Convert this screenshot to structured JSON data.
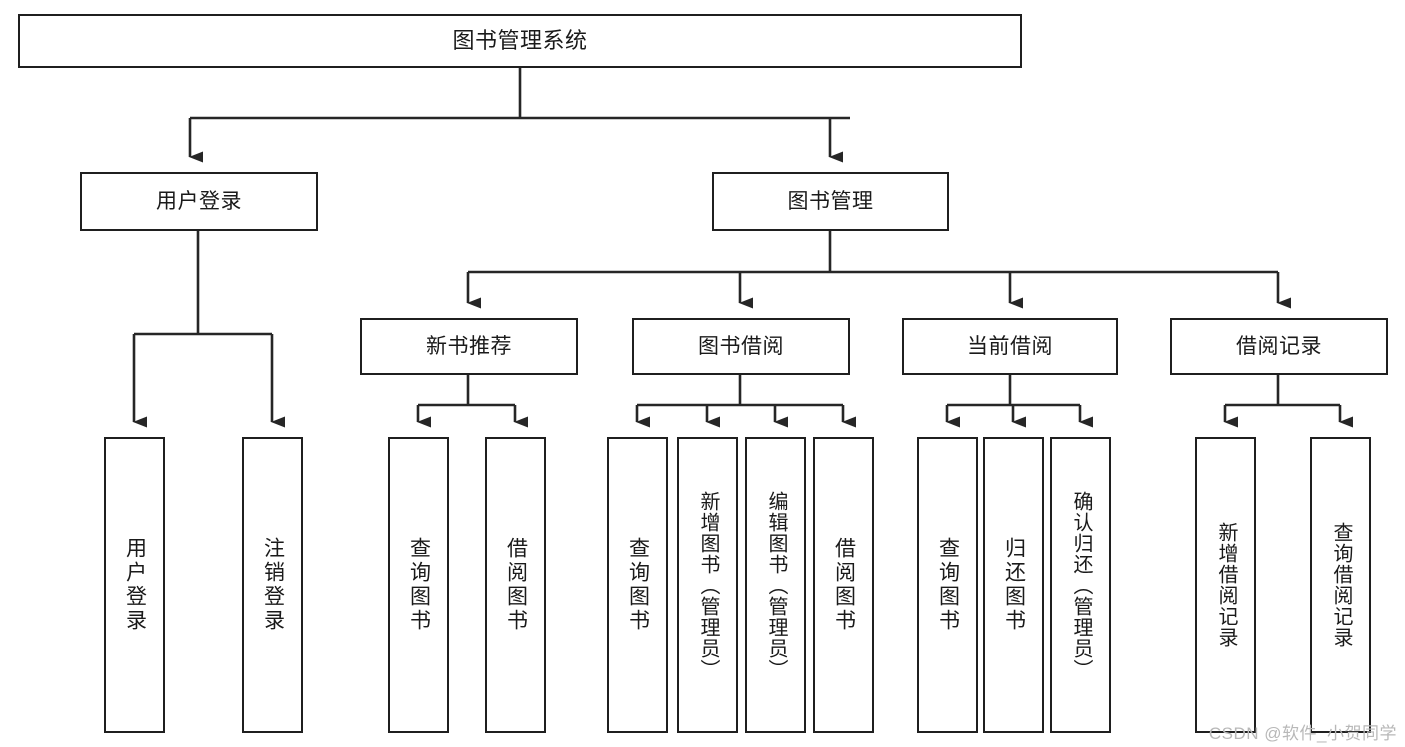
{
  "diagram": {
    "title": "图书管理系统",
    "type": "tree",
    "watermark": "CSDN @软件_小贺同学",
    "colors": {
      "box_border": "#1f1f1f",
      "box_fill": "#ffffff",
      "edge": "#262626",
      "text": "#1a1a1a",
      "watermark": "#b8b8b8"
    },
    "nodes": {
      "root": "图书管理系统",
      "level2": {
        "user_login": "用户登录",
        "book_manage": "图书管理"
      },
      "level3": {
        "new_book_recommend": "新书推荐",
        "book_borrow": "图书借阅",
        "current_borrow": "当前借阅",
        "borrow_record": "借阅记录"
      },
      "leaves": {
        "user_login_1": "用户登录",
        "user_login_2": "注销登录",
        "recommend_1": "查询图书",
        "recommend_2": "借阅图书",
        "borrow_1": "查询图书",
        "borrow_2": "新增图书（管理员）",
        "borrow_3": "编辑图书（管理员）",
        "borrow_4": "借阅图书",
        "current_1": "查询图书",
        "current_2": "归还图书",
        "current_3": "确认归还（管理员）",
        "record_1": "新增借阅记录",
        "record_2": "查询借阅记录"
      }
    }
  }
}
